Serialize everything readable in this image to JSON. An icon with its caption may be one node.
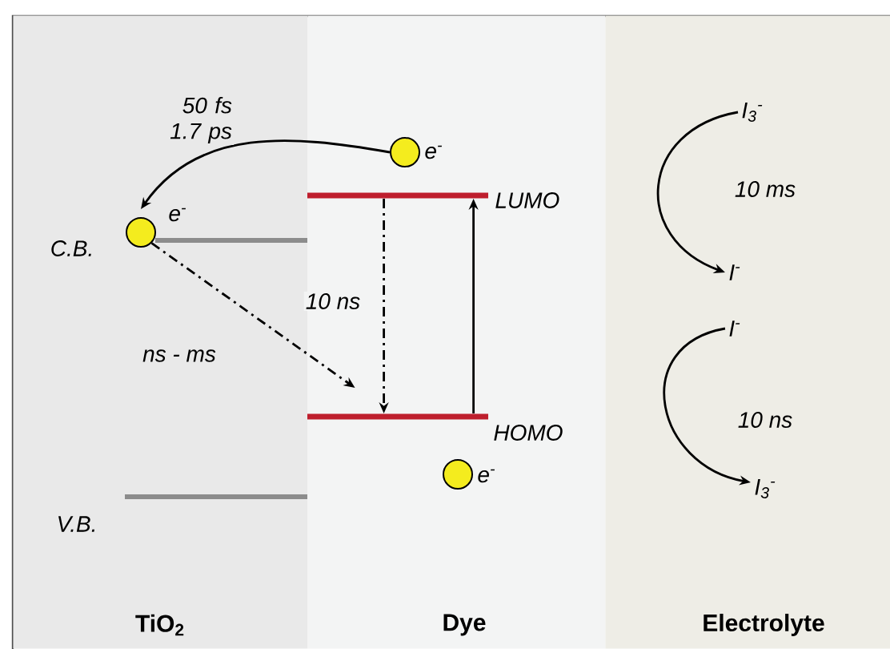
{
  "diagram": {
    "nodes": [
      {
        "text": [
          "TiO$_{2}$"
        ]
      },
      {
        "text": [
          "Dye"
        ]
      },
      {
        "text": [
          "Electrolyte"
        ]
      },
      {
        "text": [],
        "shape": "circle",
        "beside": [
          "e$^{-}$"
        ],
        "in": 0
      },
      {
        "text": [],
        "shape": "circle",
        "beside": [
          "e$^{-}$"
        ],
        "in": 1
      },
      {
        "text": [],
        "shape": "bar",
        "beside": [
          "LUMO"
        ],
        "in": 1
      },
      {
        "text": [],
        "shape": "bar",
        "beside": [
          "HOMO"
        ],
        "in": 1
      },
      {
        "text": [],
        "shape": "circle",
        "beside": [
          "e$^{-}$"
        ],
        "in": 1
      },
      {
        "text": [
          "I$_{3}$$^{-}$"
        ],
        "in": 2
      },
      {
        "text": [
          "I$^{-}$"
        ],
        "in": 2
      },
      {
        "text": [
          "I$^{-}$"
        ],
        "in": 2
      },
      {
        "text": [
          "I$_{3}$$^{-}$"
        ],
        "in": 2
      }
    ],
    "edges": [
      {
        "from": 4,
        "to": 3,
        "arrow": "to",
        "label": "50 fs 1.7 ps"
      },
      {
        "from": 3,
        "to": 6,
        "arrow": "to",
        "style": "dashed",
        "label": "ns - ms"
      },
      {
        "from": 5,
        "to": 6,
        "arrow": "to",
        "style": "dashed",
        "label": "10 ns"
      },
      {
        "from": 6,
        "to": 5,
        "arrow": "to"
      },
      {
        "from": 8,
        "to": 9,
        "arrow": "to",
        "label": "10 ms"
      },
      {
        "from": 10,
        "to": 11,
        "arrow": "to",
        "label": "10 ns"
      }
    ],
    "labels": [
      "C.B.",
      "V.B."
    ]
  }
}
